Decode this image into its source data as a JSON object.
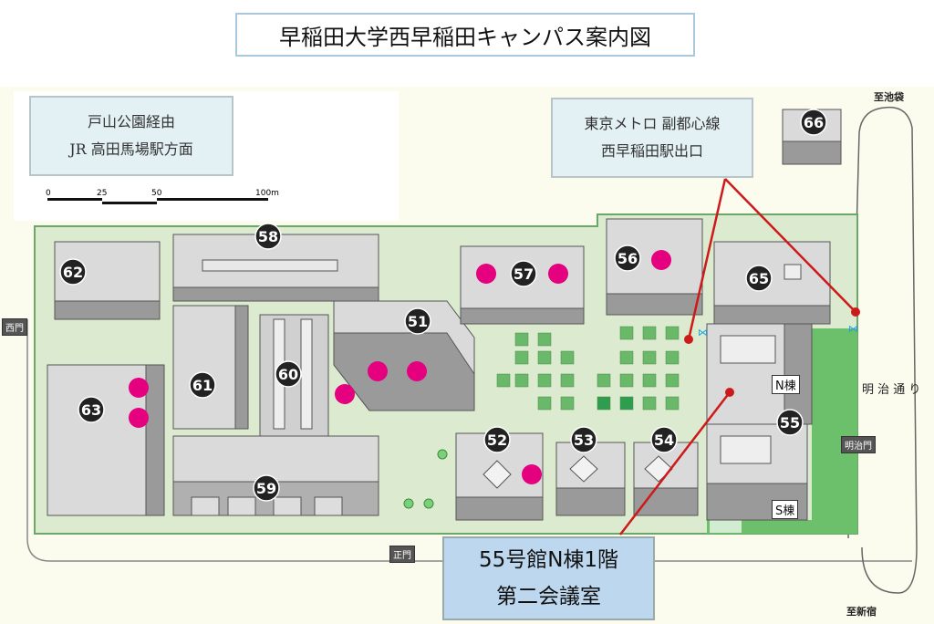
{
  "title": "早稲田大学西早稲田キャンパス案内図",
  "info_jr": {
    "line1": "戸山公園経由",
    "line2": "JR 高田馬場駅方面"
  },
  "info_metro": {
    "line1": "東京メトロ 副都心線",
    "line2": "西早稲田駅出口"
  },
  "destination": {
    "line1": "55号館N棟1階",
    "line2": "第二会議室"
  },
  "scale": {
    "t0": "0",
    "t25": "25",
    "t50": "50",
    "t100": "100m"
  },
  "gates": {
    "west": "西門",
    "main": "正門",
    "meiji": "明治門"
  },
  "directions": {
    "ikebukuro": "至池袋",
    "shinjuku": "至新宿",
    "street": "明 治 通 り"
  },
  "wings": {
    "north": "N棟",
    "south": "S棟"
  },
  "buildings": [
    "51",
    "52",
    "53",
    "54",
    "55",
    "56",
    "57",
    "58",
    "59",
    "60",
    "61",
    "62",
    "63",
    "65",
    "66"
  ],
  "colors": {
    "accent_pink": "#e4007f",
    "route_red": "#cc1a1a",
    "campus_green": "#dcebd0",
    "building_gray": "#c8c8c8"
  }
}
